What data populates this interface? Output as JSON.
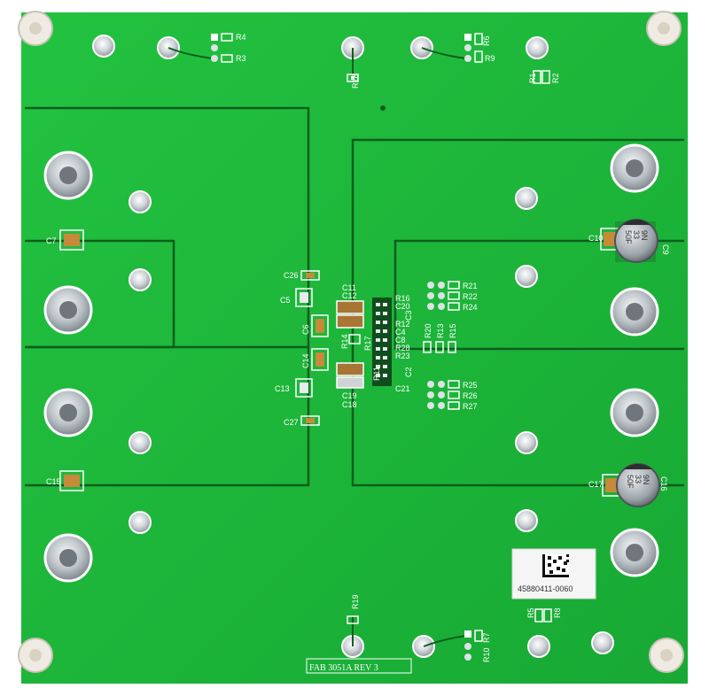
{
  "board": {
    "fab_label": "FAB 3051A REV 3",
    "serial": "45880411-0060"
  },
  "designators": {
    "r1": "R1",
    "r2": "R2",
    "r3": "R3",
    "r4": "R4",
    "r5": "R5",
    "r6": "R6",
    "r7": "R7",
    "r8": "R8",
    "r9": "R9",
    "r10": "R10",
    "r11": "R11",
    "r12": "R12",
    "r13": "R13",
    "r14": "R14",
    "r15": "R15",
    "r16": "R16",
    "r17": "R17",
    "r18": "R18",
    "r19": "R19",
    "r20": "R20",
    "r21": "R21",
    "r22": "R22",
    "r23": "R23",
    "r24": "R24",
    "r25": "R25",
    "r26": "R26",
    "r27": "R27",
    "r28": "R28",
    "c2": "C2",
    "c3": "C3",
    "c4": "C4",
    "c5": "C5",
    "c6": "C6",
    "c7": "C7",
    "c8": "C8",
    "c9": "C9",
    "c10": "C10",
    "c11": "C11",
    "c12": "C12",
    "c13": "C13",
    "c14": "C14",
    "c15": "C15",
    "c16": "C16",
    "c17": "C17",
    "c18": "C18",
    "c19": "C19",
    "c20": "C20",
    "c21": "C21",
    "c26": "C26",
    "c27": "C27"
  },
  "capacitor_marking": {
    "line1": "9N",
    "line2": "33",
    "line3": "50F"
  },
  "colors": {
    "soldermask": "#1db83a",
    "copper_trace": "#0f6b22",
    "silkscreen": "#ffffff",
    "pad_silver": "#d9dde0",
    "standoff": "#ece8df"
  }
}
